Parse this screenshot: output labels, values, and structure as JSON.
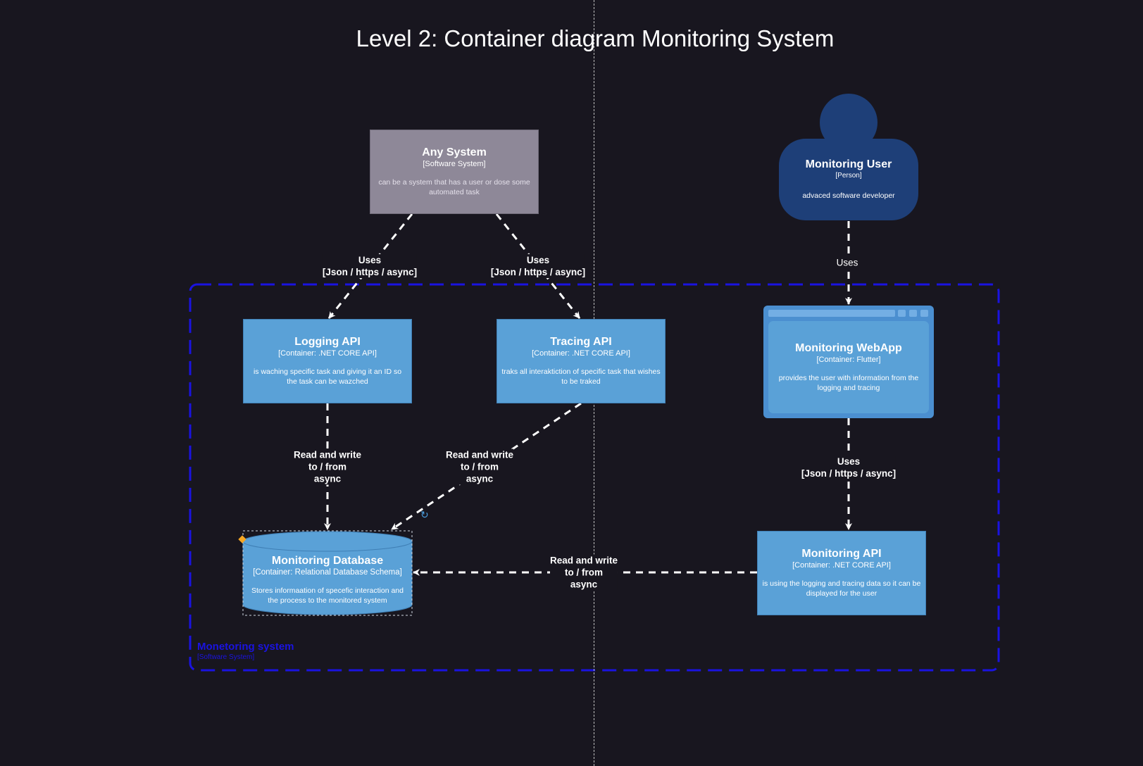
{
  "title": "Level 2: Container diagram Monitoring System",
  "boundary": {
    "name": "Monetoring system",
    "kind": "[Software System]",
    "color": "#1a13e0"
  },
  "nodes": {
    "any_system": {
      "name": "Any System",
      "kind": "[Software System]",
      "description": "can be a system that has a user or dose some automated task"
    },
    "monitoring_user": {
      "name": "Monitoring User",
      "kind": "[Person]",
      "description": "advaced software developer"
    },
    "logging_api": {
      "name": "Logging API",
      "kind": "[Container: .NET CORE API]",
      "description": "is waching specific task and giving it an ID so the task can be wazched"
    },
    "tracing_api": {
      "name": "Tracing API",
      "kind": "[Container: .NET CORE API]",
      "description": "traks all interaktiction of specific task that wishes to be traked"
    },
    "monitoring_webapp": {
      "name": "Monitoring WebApp",
      "kind": "[Container: Flutter]",
      "description": "provides the user with information from the logging and tracing"
    },
    "monitoring_database": {
      "name": "Monitoring Database",
      "kind": "[Container: Relational Database Schema]",
      "description": "Stores informaation of specefic interaction and the process to the monitored system"
    },
    "monitoring_api": {
      "name": "Monitoring API",
      "kind": "[Container: .NET CORE API]",
      "description": "is using the logging and tracing data so it can be displayed for the user"
    }
  },
  "edges": {
    "any_to_logging": {
      "line1": "Uses",
      "line2": "[Json / https / async]"
    },
    "any_to_tracing": {
      "line1": "Uses",
      "line2": "[Json / https / async]"
    },
    "user_to_webapp": {
      "line1": "Uses"
    },
    "logging_to_db": {
      "line1": "Read and write",
      "line2": "to / from",
      "line3": "async"
    },
    "tracing_to_db": {
      "line1": "Read and write",
      "line2": "to / from",
      "line3": "async"
    },
    "webapp_to_api": {
      "line1": "Uses",
      "line2": "[Json / https / async]"
    },
    "api_to_db": {
      "line1": "Read and write",
      "line2": "to / from",
      "line3": "async"
    }
  },
  "colors": {
    "background": "#18161f",
    "container": "#5aa1d7",
    "person": "#1e3f78",
    "external_system": "#8e8898",
    "boundary": "#1a13e0",
    "edge": "#ffffff"
  },
  "icons": [
    "refresh-icon",
    "selection-handle-icon"
  ]
}
